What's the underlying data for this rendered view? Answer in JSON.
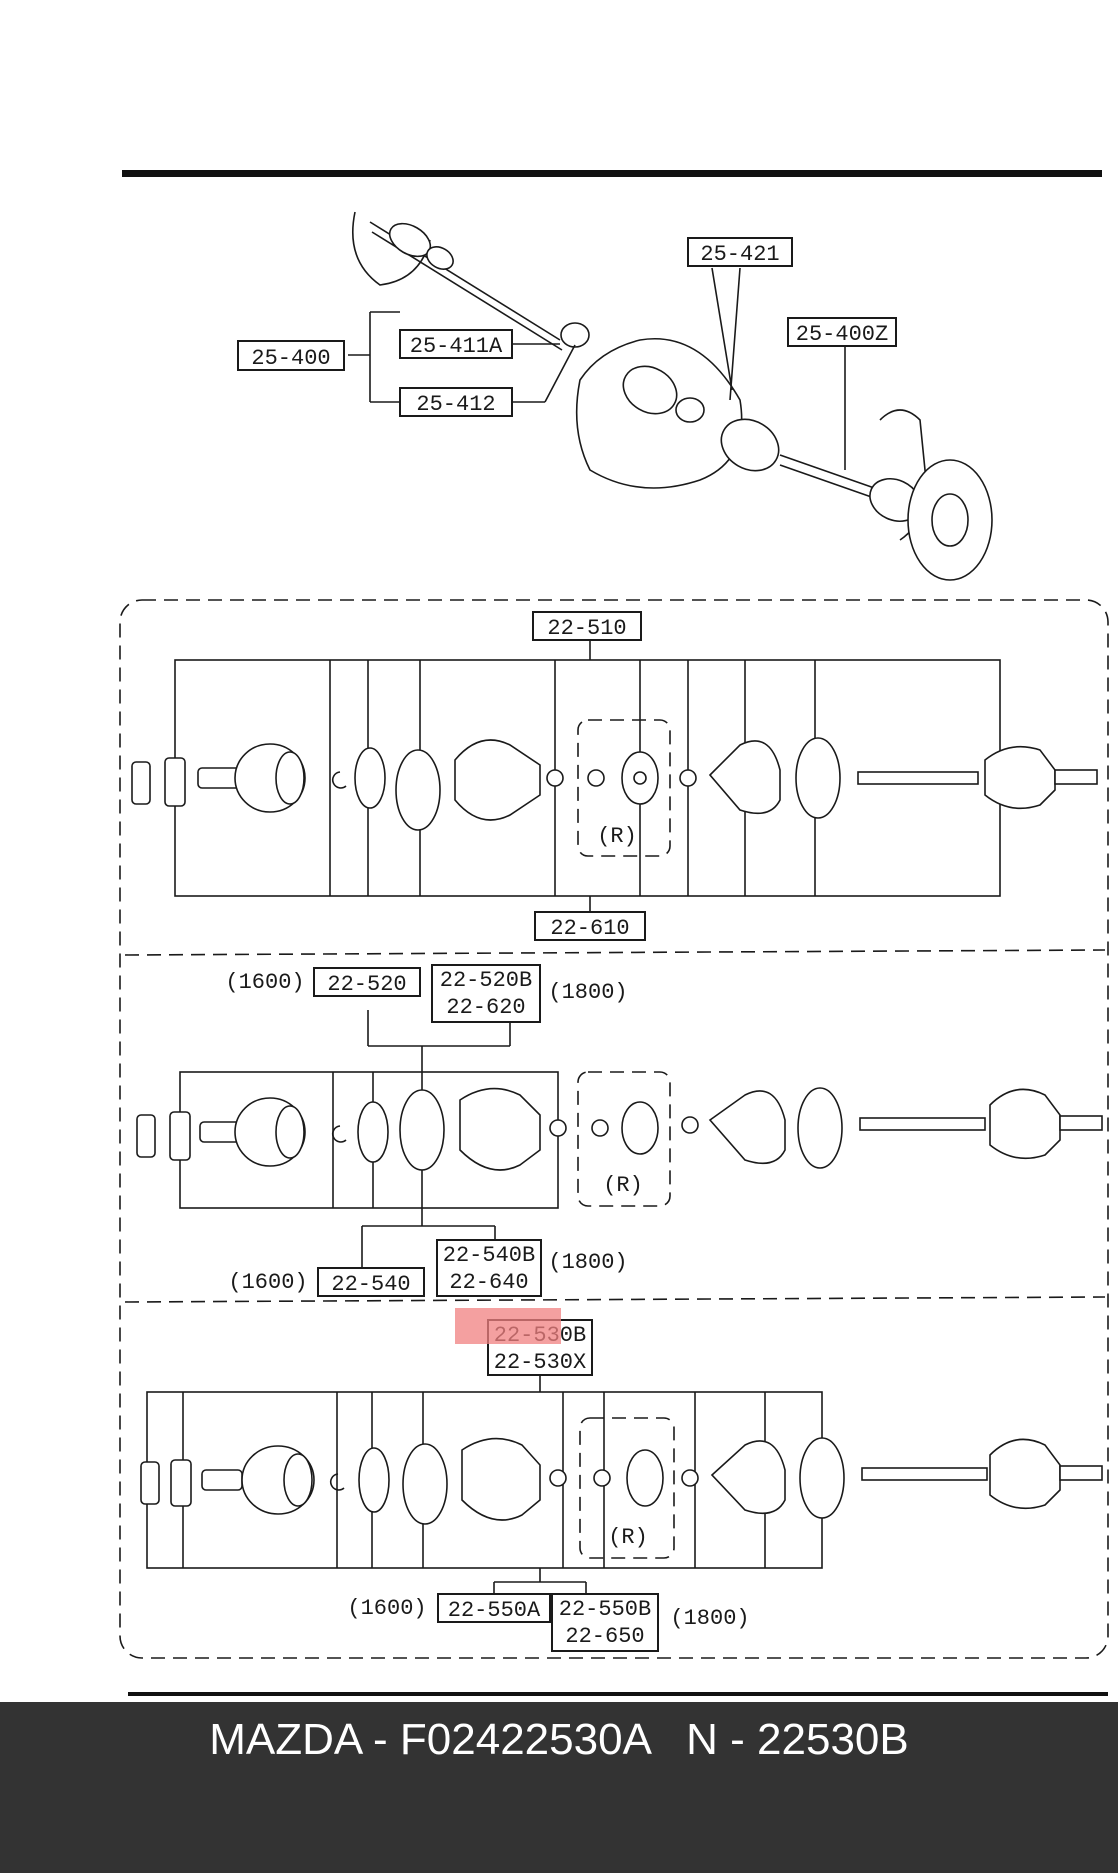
{
  "overview_labels": [
    "25-421",
    "25-400Z",
    "25-400",
    "25-411A",
    "25-412"
  ],
  "section1": {
    "top_label": "22-510",
    "bottom_label": "22-610",
    "cage_note": "(R)"
  },
  "section2": {
    "top_left_note": "(1600)",
    "top_left_label": "22-520",
    "top_right_label_1": "22-520B",
    "top_right_label_2": "22-620",
    "top_right_note": "(1800)",
    "bottom_left_note": "(1600)",
    "bottom_left_label": "22-540",
    "bottom_right_label_1": "22-540B",
    "bottom_right_label_2": "22-640",
    "bottom_right_note": "(1800)",
    "cage_note": "(R)"
  },
  "section3": {
    "top_label_1": "22-530B",
    "top_label_2": "22-530X",
    "bottom_left_note": "(1600)",
    "bottom_left_label": "22-550A",
    "bottom_right_label_1": "22-550B",
    "bottom_right_label_2": "22-650",
    "bottom_right_note": "(1800)",
    "cage_note": "(R)"
  },
  "highlight": {
    "color": "#f08080",
    "target": "22-530B"
  },
  "footer": {
    "brand": "MAZDA",
    "part_number": "F02422530A",
    "ref": "N - 22530B",
    "text": "MAZDA - F02422530A   N - 22530B"
  },
  "colors": {
    "line": "#1a1a1a",
    "footer_bg": "#333333",
    "footer_text": "#ffffff"
  }
}
